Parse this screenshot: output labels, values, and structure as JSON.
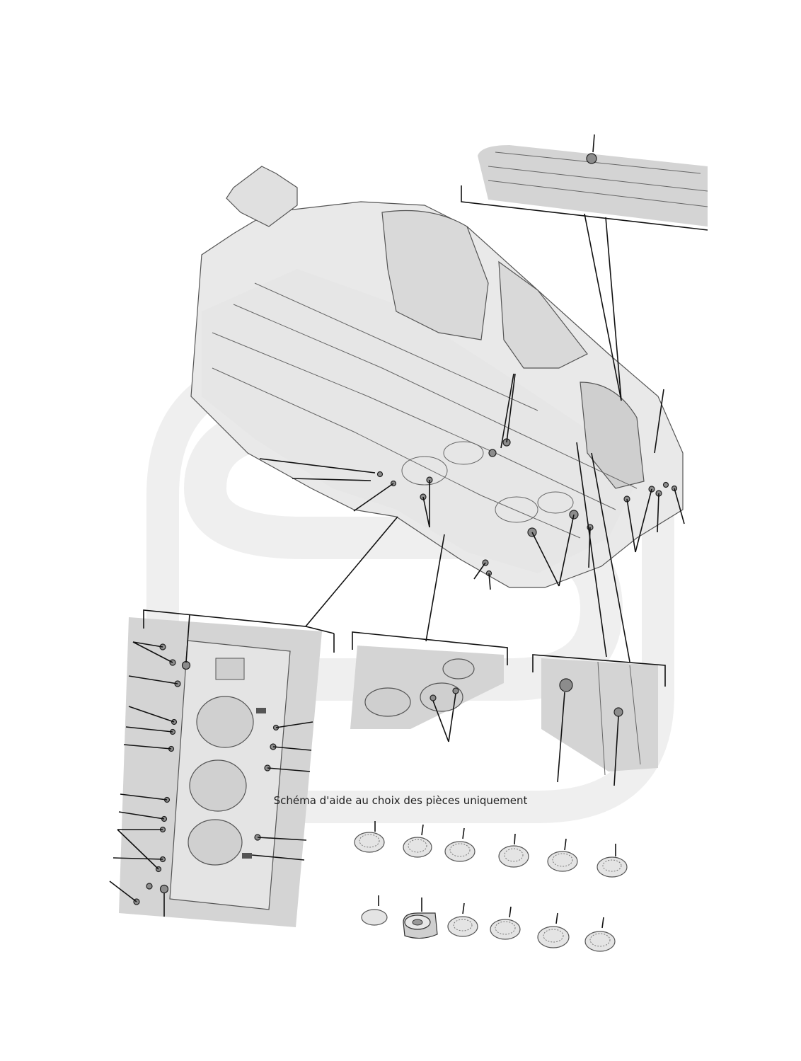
{
  "caption": "Schéma d'aide au choix des pièces uniquement",
  "diagram": {
    "subject": "vehicle underbody body-hole plugs",
    "parts_row_1_count": 6,
    "parts_row_2_count": 6,
    "callout_color": "#111111",
    "shading_color": "#d4d4d4",
    "watermark_color": "#eeeeee"
  }
}
